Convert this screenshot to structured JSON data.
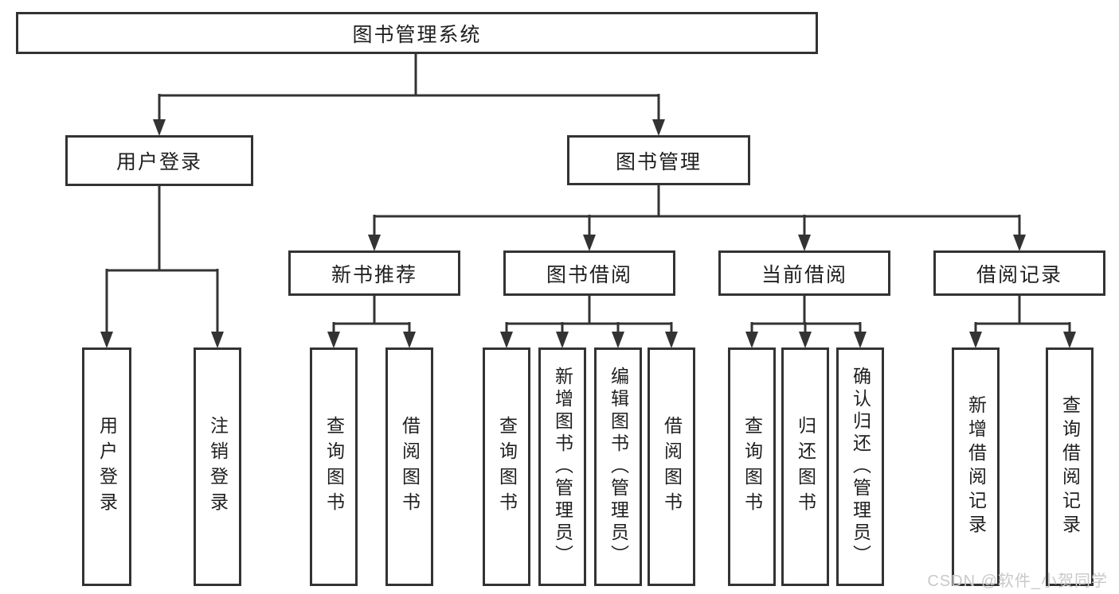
{
  "diagram": {
    "root": "图书管理系统",
    "level2": [
      "用户登录",
      "图书管理"
    ],
    "level3": [
      "新书推荐",
      "图书借阅",
      "当前借阅",
      "借阅记录"
    ],
    "leaves": [
      "用户登录",
      "注销登录",
      "查询图书",
      "借阅图书",
      "查询图书",
      "新增图书（管理员）",
      "编辑图书（管理员）",
      "借阅图书",
      "查询图书",
      "归还图书",
      "确认归还（管理员）",
      "新增借阅记录",
      "查询借阅记录"
    ]
  },
  "watermark": "CSDN @软件_小贺同学",
  "colors": {
    "line": "#333333",
    "text": "#1f1f1f",
    "watermark": "#c9c9c9",
    "background": "#ffffff"
  }
}
